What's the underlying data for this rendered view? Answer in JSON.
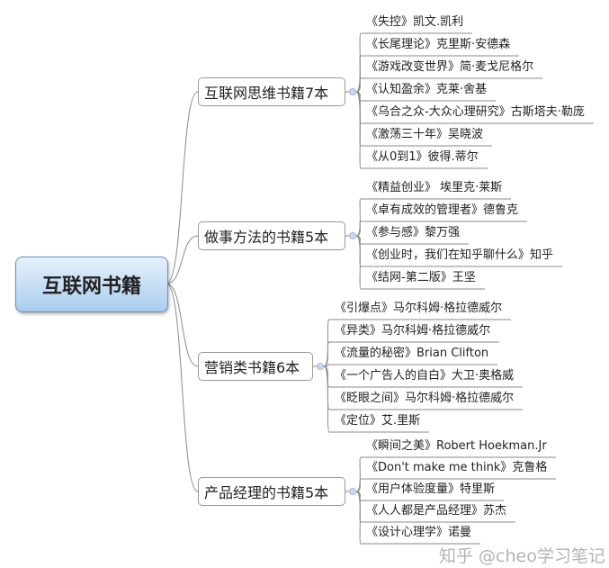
{
  "root": {
    "label": "互联网书籍"
  },
  "branches": [
    {
      "label": "互联网思维书籍7本",
      "leaves": [
        "《失控》凯文.凯利",
        "《长尾理论》克里斯·安德森",
        "《游戏改变世界》简·麦戈尼格尔",
        "《认知盈余》克莱·舍基",
        "《乌合之众-大众心理研究》古斯塔夫·勒庞",
        "《激荡三十年》吴晓波",
        "《从0到1》彼得.蒂尔"
      ]
    },
    {
      "label": "做事方法的书籍5本",
      "leaves": [
        "《精益创业》 埃里克·莱斯",
        "《卓有成效的管理者》德鲁克",
        "《参与感》黎万强",
        "《创业时，我们在知乎聊什么》知乎",
        "《结网-第二版》王坚"
      ]
    },
    {
      "label": "营销类书籍6本",
      "leaves": [
        "《引爆点》马尔科姆·格拉德威尔",
        "《异类》马尔科姆·格拉德威尔",
        "《流量的秘密》Brian Clifton",
        "《一个广告人的自白》大卫·奥格威",
        "《眨眼之间》马尔科姆·格拉德威尔",
        "《定位》艾.里斯"
      ]
    },
    {
      "label": "产品经理的书籍5本",
      "leaves": [
        "《瞬间之美》Robert Hoekman.Jr",
        "《Don't make me think》克鲁格",
        "《用户体验度量》特里斯",
        "《人人都是产品经理》苏杰",
        "《设计心理学》诺曼"
      ]
    }
  ],
  "watermark": "知乎 @cheo学习笔记",
  "colors": {
    "line": "#8a8a8a",
    "root_top": "#e6f1fb",
    "root_bottom": "#a9cdef"
  }
}
